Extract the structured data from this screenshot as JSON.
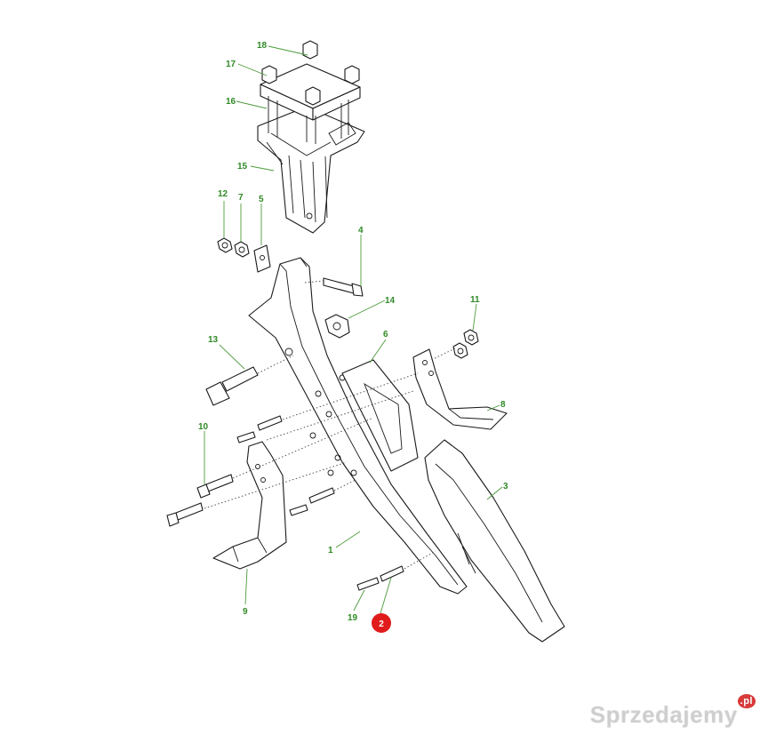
{
  "callouts": [
    "18",
    "17",
    "16",
    "15",
    "12",
    "7",
    "5",
    "4",
    "14",
    "11",
    "13",
    "6",
    "8",
    "10",
    "3",
    "1",
    "9",
    "19",
    "2"
  ],
  "highlight": {
    "label": "2",
    "color": "#e01b1b"
  },
  "colors": {
    "callout_text": "#2f8a25",
    "leader": "#4c9a3b",
    "outline": "#1a1a1a"
  },
  "watermark": {
    "text": "Sprzedajemy",
    "suffix": ".pl"
  }
}
